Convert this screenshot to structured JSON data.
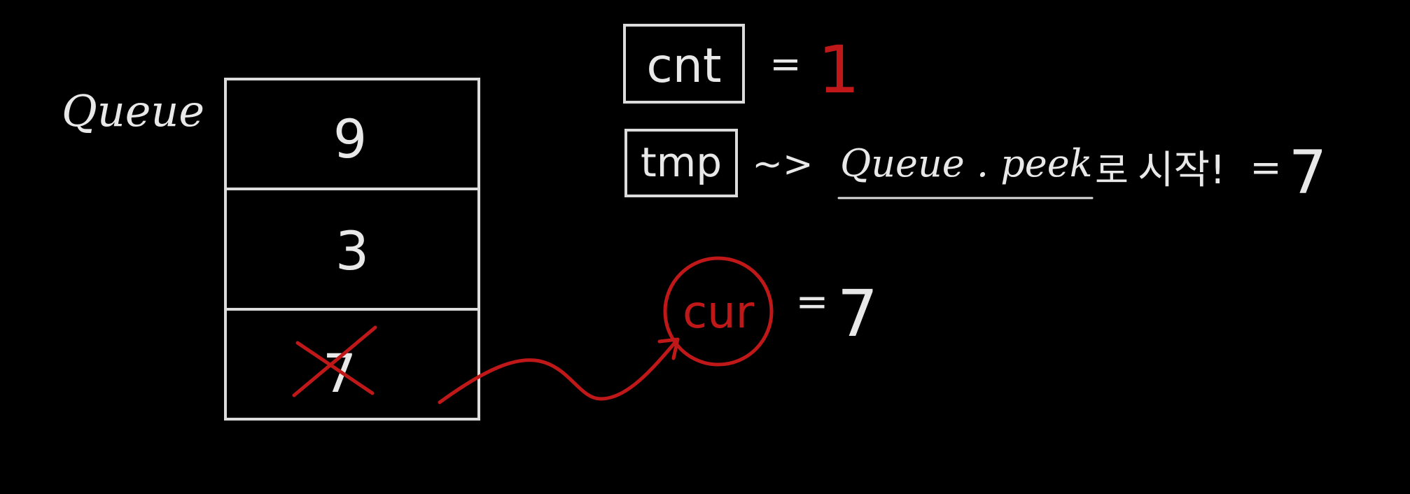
{
  "colors": {
    "background": "#000000",
    "chalk": "#e6e6e6",
    "red": "#c01818"
  },
  "queue": {
    "label": "Queue",
    "cells": [
      "9",
      "3",
      "7"
    ],
    "crossed_index": 2
  },
  "cnt": {
    "label": "cnt",
    "equals": "=",
    "value": "1"
  },
  "tmp": {
    "label": "tmp",
    "arrow": "~>",
    "expression": "Queue . peek",
    "particle": "로",
    "start_text": "시작!",
    "equals": "=",
    "value": "7"
  },
  "cur": {
    "label": "cur",
    "equals": "=",
    "value": "7"
  }
}
